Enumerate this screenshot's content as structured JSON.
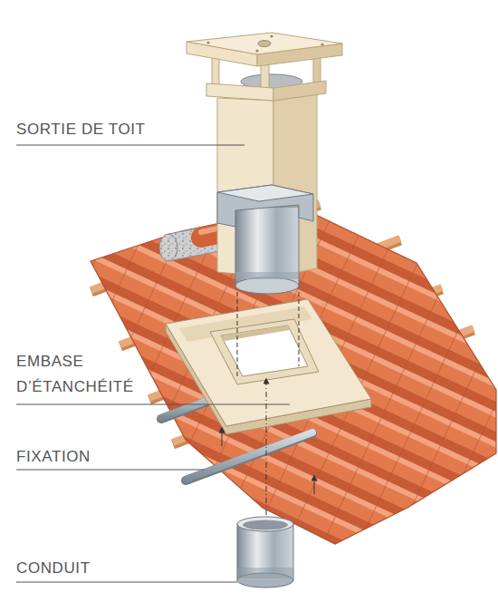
{
  "diagram": {
    "labels": [
      "SORTIE DE TOIT",
      "EMBASE D’ÉTANCHÉITÉ",
      "FIXATION",
      "CONDUIT"
    ]
  }
}
